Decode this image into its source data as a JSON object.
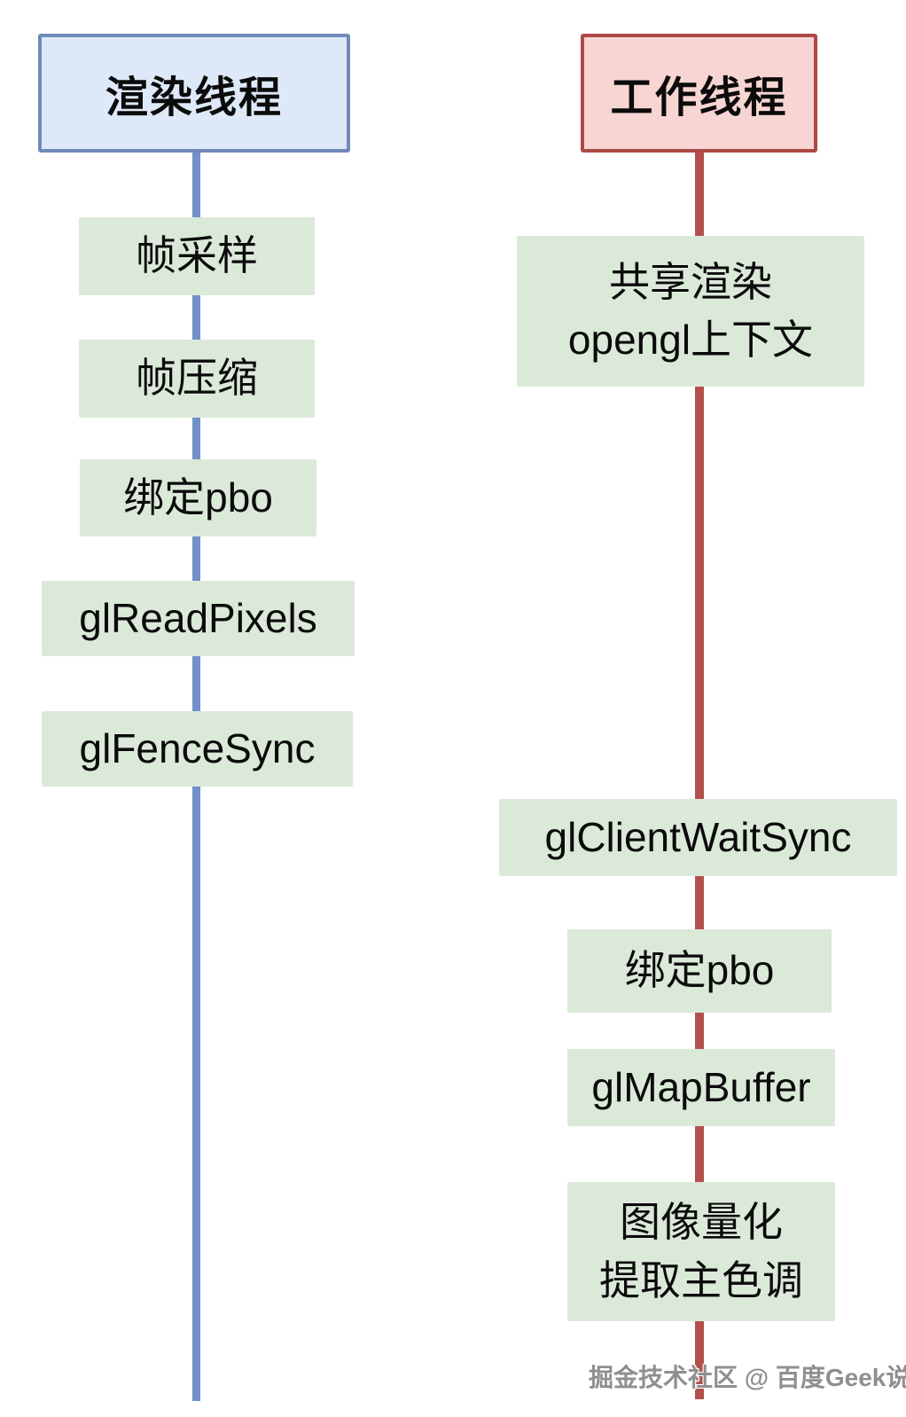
{
  "left_thread": {
    "title": "渲染线程",
    "steps": [
      "帧采样",
      "帧压缩",
      "绑定pbo",
      "glReadPixels",
      "glFenceSync"
    ]
  },
  "right_thread": {
    "title": "工作线程",
    "steps": [
      "共享渲染\nopengl上下文",
      "glClientWaitSync",
      "绑定pbo",
      "glMapBuffer",
      "图像量化\n提取主色调"
    ]
  },
  "watermark": "掘金技术社区 @ 百度Geek说",
  "colors": {
    "left_header_fill": "#dde9f8",
    "left_header_border": "#7089b8",
    "left_lifeline": "#7191c9",
    "right_header_fill": "#f7d5d3",
    "right_header_border": "#ad4a47",
    "right_lifeline": "#b3504c",
    "step_fill": "#dbe9d9",
    "text": "#0b0b0b",
    "watermark_text": "#8f8f8f"
  }
}
